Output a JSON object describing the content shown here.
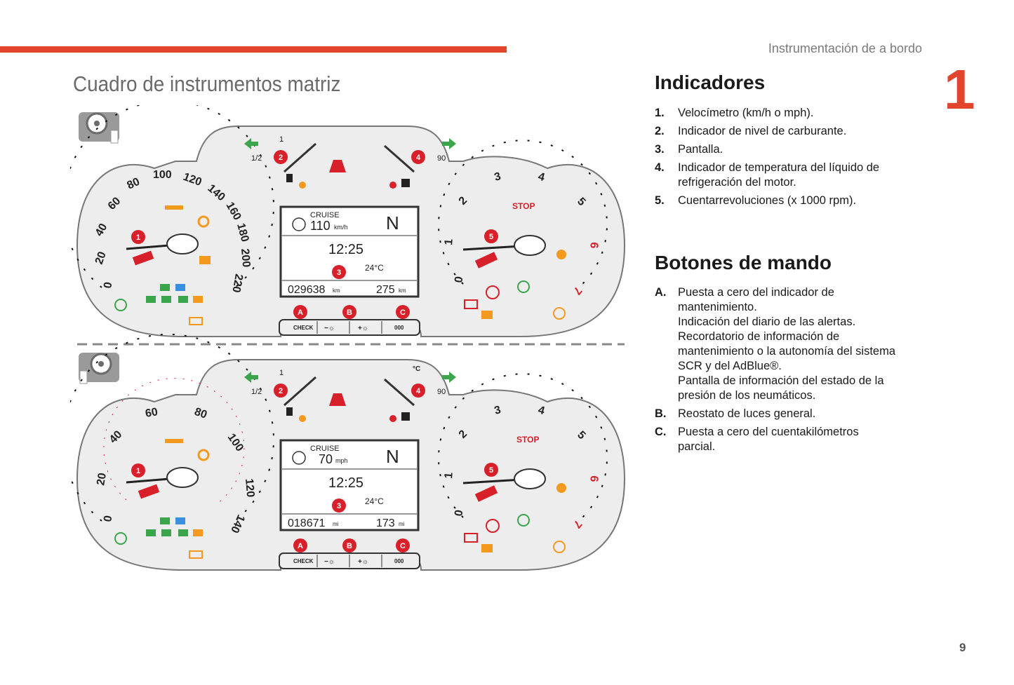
{
  "header": {
    "section": "Instrumentación de a bordo",
    "chapter": "1"
  },
  "page_title": "Cuadro de instrumentos matriz",
  "indicadores": {
    "title": "Indicadores",
    "items": [
      {
        "key": "1.",
        "text": "Velocímetro (km/h o mph)."
      },
      {
        "key": "2.",
        "text": "Indicador de nivel de carburante."
      },
      {
        "key": "3.",
        "text": "Pantalla."
      },
      {
        "key": "4.",
        "text": "Indicador de temperatura del líquido de\nrefrigeración del motor."
      },
      {
        "key": "5.",
        "text": "Cuentarrevoluciones (x 1000 rpm)."
      }
    ]
  },
  "botones": {
    "title": "Botones de mando",
    "items": [
      {
        "key": "A.",
        "text": "Puesta a cero del indicador de\nmantenimiento.\nIndicación del diario de las alertas.\nRecordatorio de información de\nmantenimiento o la autonomía del sistema\nSCR y del AdBlue®.\nPantalla de información del estado de la\npresión de los neumáticos."
      },
      {
        "key": "B.",
        "text": "Reostato de luces general."
      },
      {
        "key": "C.",
        "text": "Puesta a cero del cuentakilómetros\nparcial."
      }
    ]
  },
  "clusters": [
    {
      "speed_ticks": [
        "0",
        "20",
        "40",
        "60",
        "80",
        "100",
        "120",
        "140",
        "160",
        "180",
        "200",
        "220"
      ],
      "fuel": {
        "half": "1/2",
        "full": "1"
      },
      "temp": {
        "max": "90"
      },
      "display": {
        "cruise": "CRUISE",
        "speed": "110",
        "speed_unit": "km/h",
        "gear": "N",
        "time": "12:25",
        "temp": "24°C",
        "odo": "029638",
        "odo_unit": "km",
        "service": "275",
        "service_unit": "km"
      },
      "buttons": [
        "CHECK",
        "−☼",
        "+☼",
        "000"
      ],
      "callouts": [
        "1",
        "2",
        "3",
        "4",
        "5",
        "A",
        "B",
        "C"
      ]
    },
    {
      "speed_ticks": [
        "0",
        "20",
        "40",
        "60",
        "80",
        "100",
        "120",
        "140"
      ],
      "fuel": {
        "half": "1/2",
        "full": "1"
      },
      "temp": {
        "max": "90",
        "unit": "°C"
      },
      "display": {
        "cruise": "CRUISE",
        "speed": "70",
        "speed_unit": "mph",
        "gear": "N",
        "time": "12:25",
        "temp": "24°C",
        "odo": "018671",
        "odo_unit": "mi",
        "service": "173",
        "service_unit": "mi"
      },
      "buttons": [
        "CHECK",
        "−☼",
        "+☼",
        "000"
      ],
      "callouts": [
        "1",
        "2",
        "3",
        "4",
        "5",
        "A",
        "B",
        "C"
      ]
    }
  ],
  "tacho_ticks": [
    "0",
    "1",
    "2",
    "3",
    "4",
    "5",
    "6",
    "7"
  ],
  "tacho_stop": "STOP",
  "page_number": "9",
  "colors": {
    "accent": "#e2452d",
    "callout": "#d8202a",
    "warning": "#f39a1e",
    "ok": "#3aa54a"
  }
}
